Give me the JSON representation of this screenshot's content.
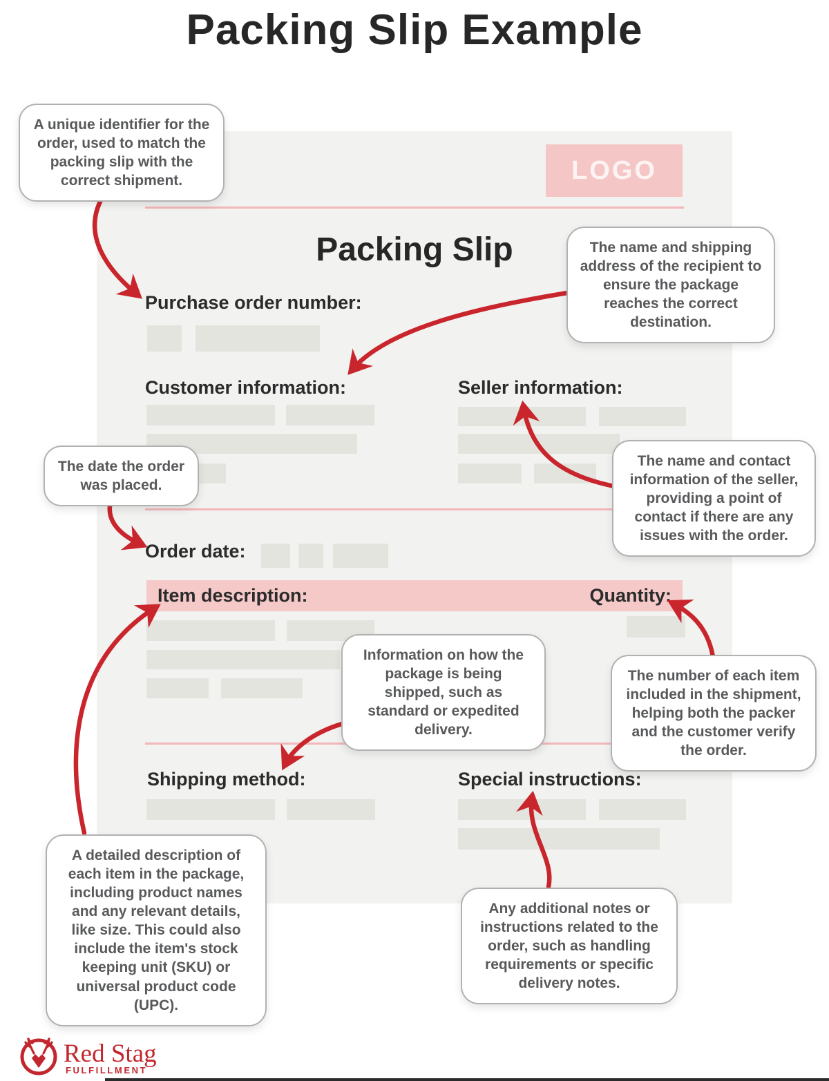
{
  "page": {
    "title": "Packing Slip Example"
  },
  "slip": {
    "logo": "LOGO",
    "heading": "Packing Slip",
    "labels": {
      "purchase_order": "Purchase order number:",
      "customer": "Customer information:",
      "seller": "Seller information:",
      "order_date": "Order date:",
      "item_description": "Item description:",
      "quantity": "Quantity:",
      "shipping_method": "Shipping method:",
      "special_instructions": "Special instructions:"
    }
  },
  "callouts": [
    {
      "id": "purchase-order",
      "text": "A unique identifier for the order, used to match the packing slip with the correct shipment."
    },
    {
      "id": "recipient",
      "text": "The name and shipping address of the recipient to ensure the package reaches the correct destination."
    },
    {
      "id": "order-date",
      "text": "The date the order was placed."
    },
    {
      "id": "seller",
      "text": "The name and contact information of the seller, providing a point of contact if there are any issues with the order."
    },
    {
      "id": "shipping-method",
      "text": "Information on how the package is being shipped, such as standard or expedited delivery."
    },
    {
      "id": "quantity",
      "text": "The number of each item included in the shipment, helping both the packer and the customer verify the order."
    },
    {
      "id": "item-description",
      "text": "A detailed description of each item in the package, including product names and any relevant details, like size. This could also include the item's stock keeping unit (SKU) or universal product code (UPC)."
    },
    {
      "id": "special-instructions",
      "text": "Any additional notes or instructions related to the order, such as handling requirements or specific delivery notes."
    }
  ],
  "footer": {
    "brand": "Red Stag",
    "sub": "FULFILLMENT"
  },
  "colors": {
    "arrow_red": "#c9252c",
    "pink_fill": "#f5c6c6",
    "pink_band": "#f6c9c9",
    "pink_line": "#f3b6ba",
    "slip_bg": "#f2f2f0",
    "placeholder_bar": "#e4e4df",
    "callout_text": "#58595b",
    "heading_text": "#272727",
    "brand_red": "#c3272e"
  }
}
